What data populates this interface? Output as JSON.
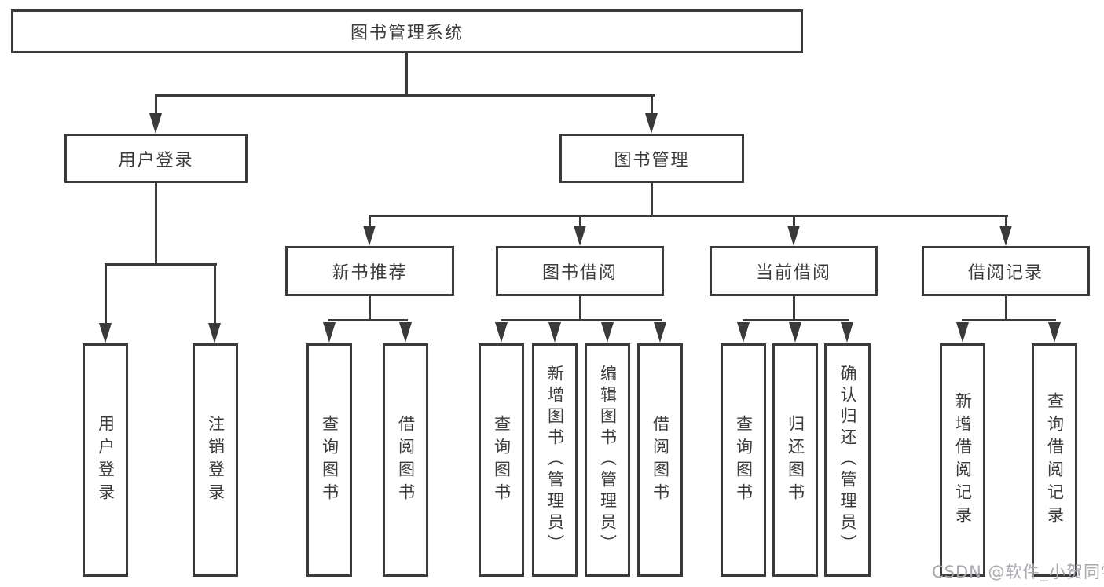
{
  "diagram": {
    "type": "hierarchy-tree",
    "tree": {
      "label": "图书管理系统",
      "children": [
        {
          "label": "用户登录",
          "children": [
            {
              "label": "用户登录"
            },
            {
              "label": "注销登录"
            }
          ]
        },
        {
          "label": "图书管理",
          "children": [
            {
              "label": "新书推荐",
              "children": [
                {
                  "label": "查询图书"
                },
                {
                  "label": "借阅图书"
                }
              ]
            },
            {
              "label": "图书借阅",
              "children": [
                {
                  "label": "查询图书"
                },
                {
                  "label": "新增图书（管理员）"
                },
                {
                  "label": "编辑图书（管理员）"
                },
                {
                  "label": "借阅图书"
                }
              ]
            },
            {
              "label": "当前借阅",
              "children": [
                {
                  "label": "查询图书"
                },
                {
                  "label": "归还图书"
                },
                {
                  "label": "确认归还（管理员）"
                }
              ]
            },
            {
              "label": "借阅记录",
              "children": [
                {
                  "label": "新增借阅记录"
                },
                {
                  "label": "查询借阅记录"
                }
              ]
            }
          ]
        }
      ]
    },
    "icons": {
      "connector_arrow": "arrow-down-icon"
    },
    "colors": {
      "line": "#3a3a3a",
      "box_border": "#3a3a3a",
      "box_fill": "#ffffff",
      "text": "#3c3c3c",
      "background": "#ffffff",
      "watermark": "#a9a9b0"
    }
  },
  "watermark": {
    "text": "CSDN @软件_小贺同学"
  }
}
